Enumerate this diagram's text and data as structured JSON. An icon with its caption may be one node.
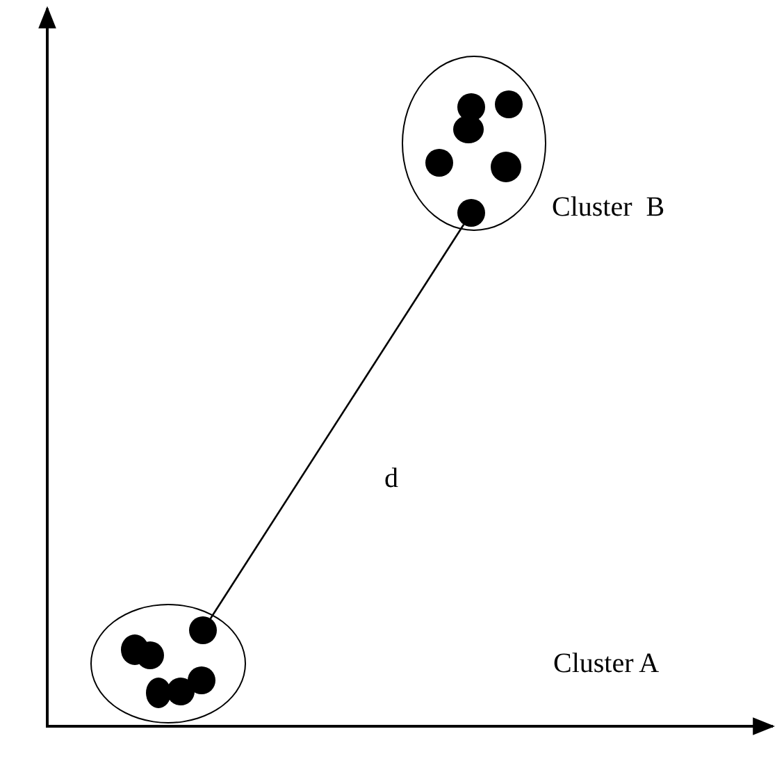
{
  "diagram": {
    "nodes": [
      {
        "text": [],
        "shape": "ellipse"
      },
      {
        "text": [],
        "shape": "circle",
        "in": 0
      },
      {
        "text": [],
        "shape": "circle",
        "in": 0
      },
      {
        "text": [],
        "shape": "circle",
        "in": 0
      },
      {
        "text": [],
        "shape": "circle",
        "in": 0
      },
      {
        "text": [],
        "shape": "circle",
        "in": 0
      },
      {
        "text": [],
        "shape": "circle",
        "in": 0
      },
      {
        "text": [],
        "shape": "ellipse"
      },
      {
        "text": [],
        "shape": "circle",
        "in": 7
      },
      {
        "text": [],
        "shape": "circle",
        "in": 7
      },
      {
        "text": [],
        "shape": "circle",
        "in": 7
      },
      {
        "text": [],
        "shape": "circle",
        "in": 7
      },
      {
        "text": [],
        "shape": "circle",
        "in": 7
      },
      {
        "text": [],
        "shape": "circle",
        "in": 7
      }
    ],
    "edges": [
      {
        "from": 10,
        "to": 6,
        "arrow": "none",
        "label": "d"
      }
    ],
    "labels": [
      "Cluster  B",
      "Cluster A"
    ]
  }
}
